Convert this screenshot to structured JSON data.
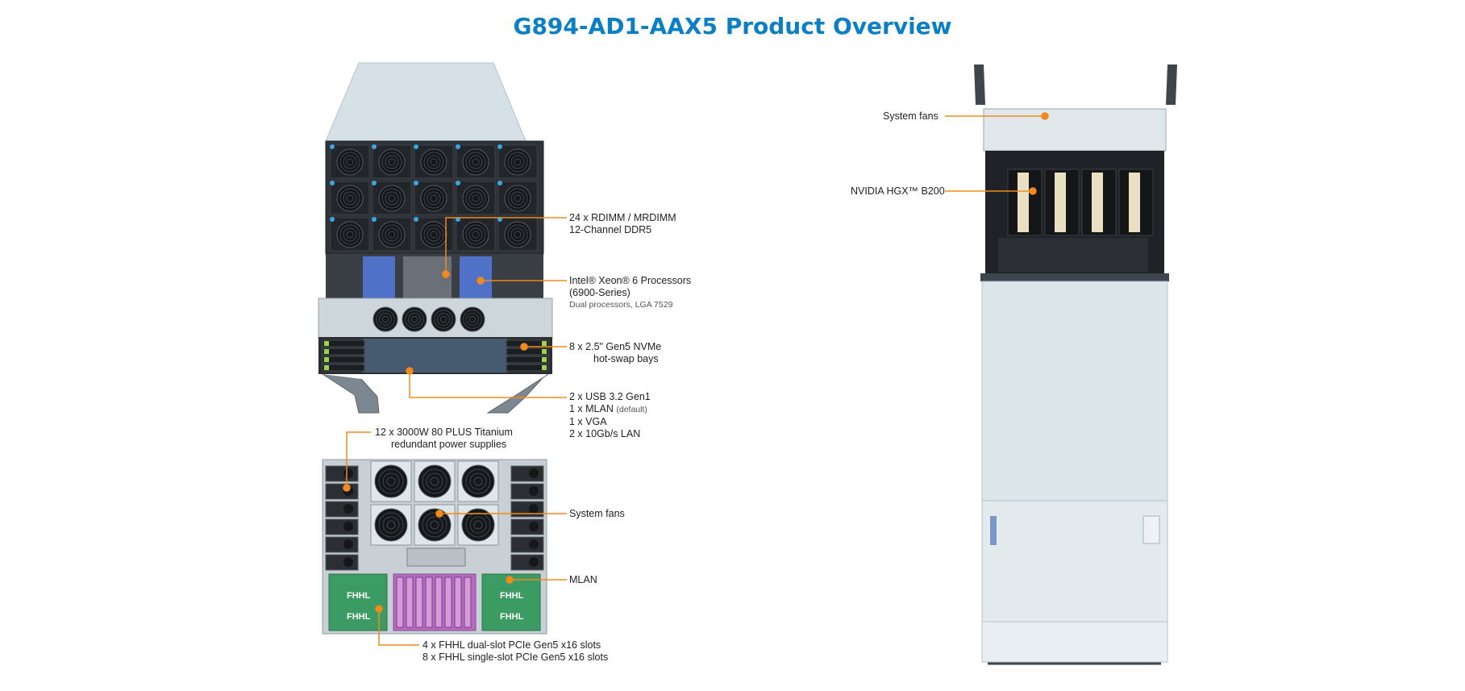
{
  "title": "G894-AD1-AAX5 Product Overview",
  "colors": {
    "title": "#0a7fc4",
    "callout": "#f08a1c",
    "chassis": "#dfe6ea",
    "fhhl_green": "#3c9a63",
    "fhhl_purple": "#b46bc1"
  },
  "slot_label": "FHHL",
  "front_callouts": {
    "memory": {
      "line1": "24 x RDIMM / MRDIMM",
      "line2": "12-Channel DDR5"
    },
    "cpu": {
      "line1": "Intel® Xeon® 6 Processors",
      "line2": "(6900-Series)",
      "sub": "Dual processors, LGA 7529"
    },
    "nvme": {
      "line1": "8 x 2.5\" Gen5 NVMe",
      "line2": "hot-swap bays"
    },
    "io": {
      "line1": "2 x USB 3.2 Gen1",
      "line2": "1 x MLAN",
      "line2_sub": "(default)",
      "line3": "1 x VGA",
      "line4": "2 x 10Gb/s LAN"
    }
  },
  "rear_callouts": {
    "psu": {
      "line1": "12 x 3000W 80 PLUS Titanium",
      "line2": "redundant power supplies"
    },
    "fans": "System fans",
    "mlan": "MLAN",
    "slots": {
      "line1": "4 x FHHL dual-slot PCIe Gen5 x16 slots",
      "line2": "8 x FHHL single-slot PCIe Gen5 x16 slots"
    }
  },
  "top_callouts": {
    "fans": "System fans",
    "gpu": "NVIDIA HGX™ B200"
  }
}
